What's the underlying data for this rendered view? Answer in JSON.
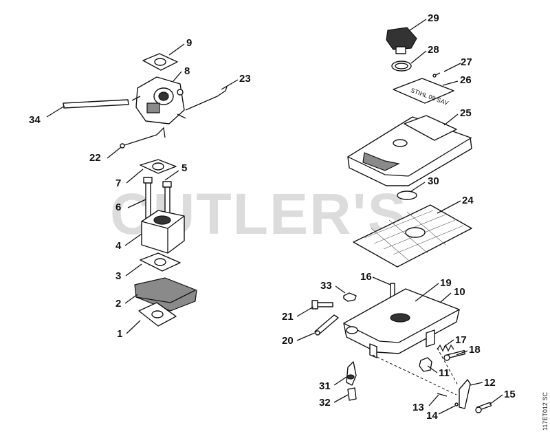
{
  "watermark": "CUTLER'S",
  "drawing_code": "117ET012 SC",
  "decal_text": "STIHL 08 SAV",
  "callouts": [
    "29",
    "28",
    "27",
    "26",
    "25",
    "30",
    "24",
    "9",
    "8",
    "23",
    "34",
    "22",
    "7",
    "5",
    "6",
    "4",
    "3",
    "2",
    "1",
    "16",
    "33",
    "19",
    "10",
    "21",
    "20",
    "17",
    "18",
    "11",
    "31",
    "32",
    "12",
    "13",
    "14",
    "15"
  ]
}
